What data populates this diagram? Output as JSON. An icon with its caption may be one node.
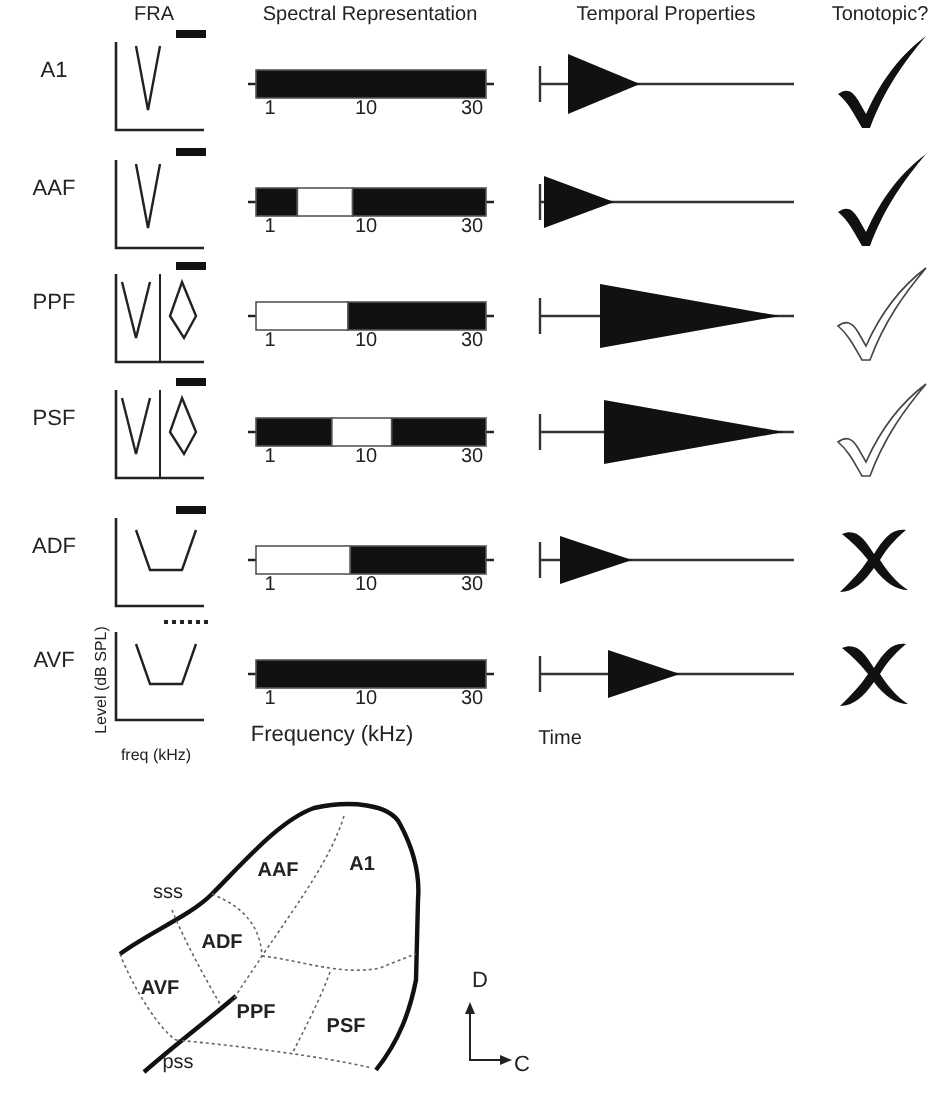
{
  "diagram": {
    "labels": [
      "FRA",
      "Spectral Representation",
      "Temporal Properties",
      "Tonotopic?",
      "A1",
      "1",
      "10",
      "30",
      "AAF",
      "1",
      "10",
      "30",
      "PPF",
      "1",
      "10",
      "30",
      "PSF",
      "1",
      "10",
      "30",
      "ADF",
      "1",
      "10",
      "30",
      "AVF",
      "Level (dB SPL)",
      "1",
      "10",
      "30",
      "freq (kHz)",
      "Frequency (kHz)",
      "Time",
      "AAF",
      "A1",
      "sss",
      "ADF",
      "AVF",
      "PPF",
      "PSF",
      "D",
      "pss",
      "C"
    ]
  }
}
